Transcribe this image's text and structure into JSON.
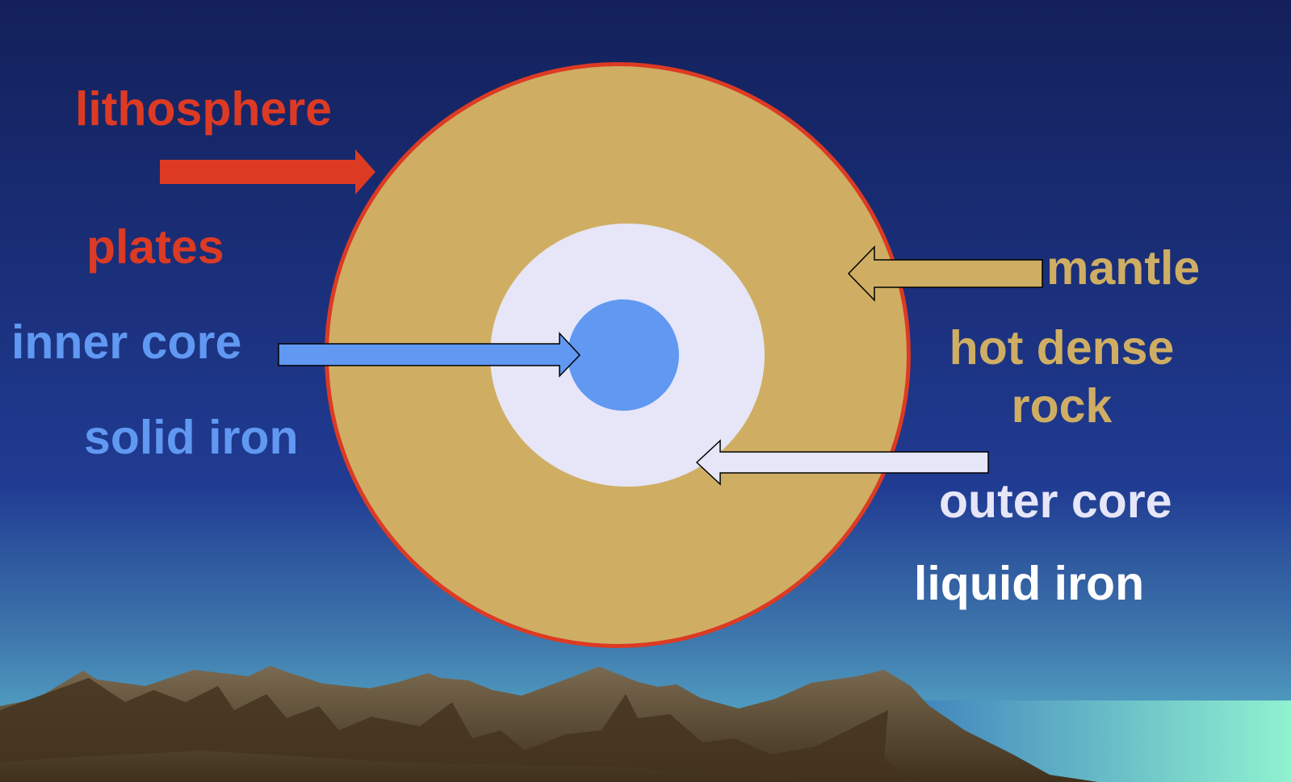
{
  "labels": {
    "lithosphere": "lithosphere",
    "plates": "plates",
    "inner_core": "inner core",
    "solid_iron": "solid iron",
    "mantle": "mantle",
    "hot_dense_rock": "hot dense rock",
    "outer_core": "outer core",
    "liquid_iron": "liquid iron"
  },
  "colors": {
    "sky_top": "#13205a",
    "sky_mid": "#203b92",
    "sky_bottom": "#5ab8cf",
    "lithosphere_red": "#dd3a24",
    "mantle_tan": "#cfae63",
    "outer_core_pale": "#e6e6f8",
    "inner_core_blue": "#6098f2",
    "mountain_dark": "#4a3921",
    "mountain_light": "#76674f",
    "sea_green": "#8ff2d0"
  },
  "icons": {
    "lithosphere_arrow": "right-arrow-icon",
    "inner_core_arrow": "right-arrow-icon",
    "mantle_arrow": "left-arrow-icon",
    "outer_core_arrow": "left-arrow-icon"
  }
}
